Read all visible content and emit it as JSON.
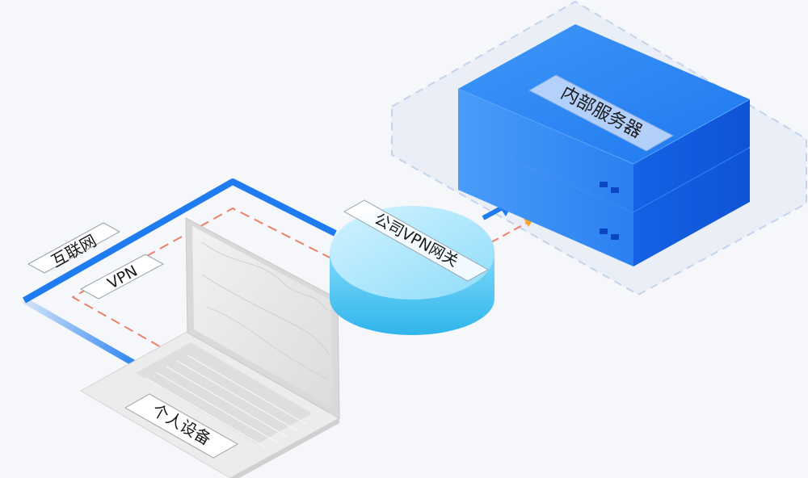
{
  "labels": {
    "internet": "互联网",
    "vpn": "VPN",
    "gateway": "公司VPN网关",
    "internal_server": "内部服务器",
    "personal_device": "个人设备"
  },
  "colors": {
    "background": "#f5f7fa",
    "internet_line": "#1e7cf0",
    "vpn_dashed_line": "#f0806a",
    "gateway_top": "#a8e4ff",
    "gateway_side": "#4cc3f0",
    "server_top": "#2b8af5",
    "server_side": "#1560e0",
    "zone_border": "#c3d3ec",
    "arrow_blue": "#1e7cf0",
    "arrow_orange": "#ffa623",
    "label_bg": "#ffffff",
    "server_label_bg": "#bed7fa"
  },
  "icons": {
    "laptop": "laptop-icon",
    "gateway": "gateway-cylinder-icon",
    "server": "server-stack-icon"
  }
}
